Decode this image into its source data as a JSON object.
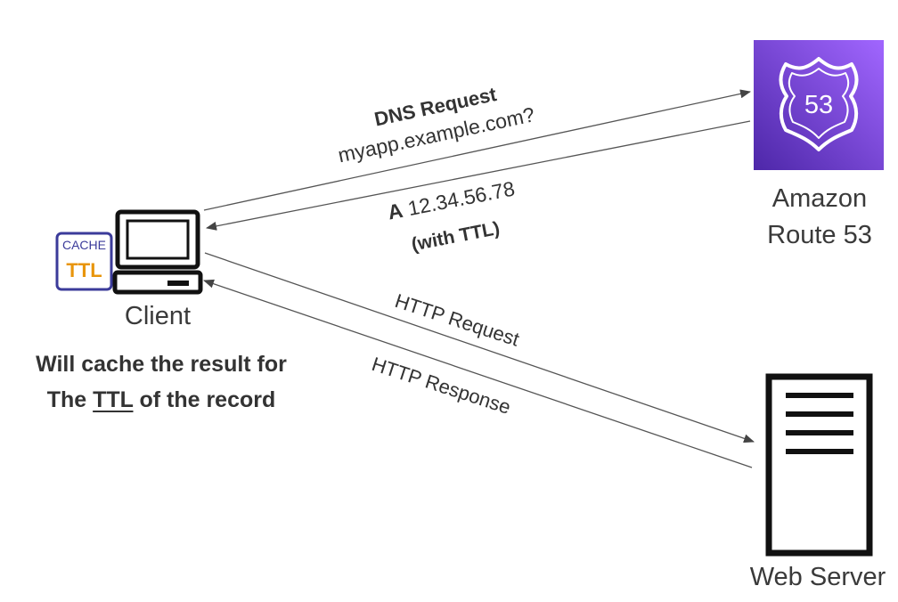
{
  "nodes": {
    "route53": {
      "label_line1": "Amazon",
      "label_line2": "Route 53",
      "badge": "53",
      "color": "#8c4fff"
    },
    "client": {
      "label": "Client",
      "cache_badge_top": "CACHE",
      "cache_badge_bottom": "TTL"
    },
    "web_server": {
      "label": "Web Server"
    }
  },
  "arrows": {
    "dns_request": {
      "title": "DNS Request",
      "detail": "myapp.example.com?"
    },
    "dns_response": {
      "record_type": "A",
      "ip": "12.34.56.78",
      "note": "(with TTL)"
    },
    "http_request": {
      "label": "HTTP Request"
    },
    "http_response": {
      "label": "HTTP Response"
    }
  },
  "caption": {
    "line1": "Will cache the result for",
    "line2_prefix": "The ",
    "line2_ttl": "TTL",
    "line2_suffix": " of the record"
  }
}
